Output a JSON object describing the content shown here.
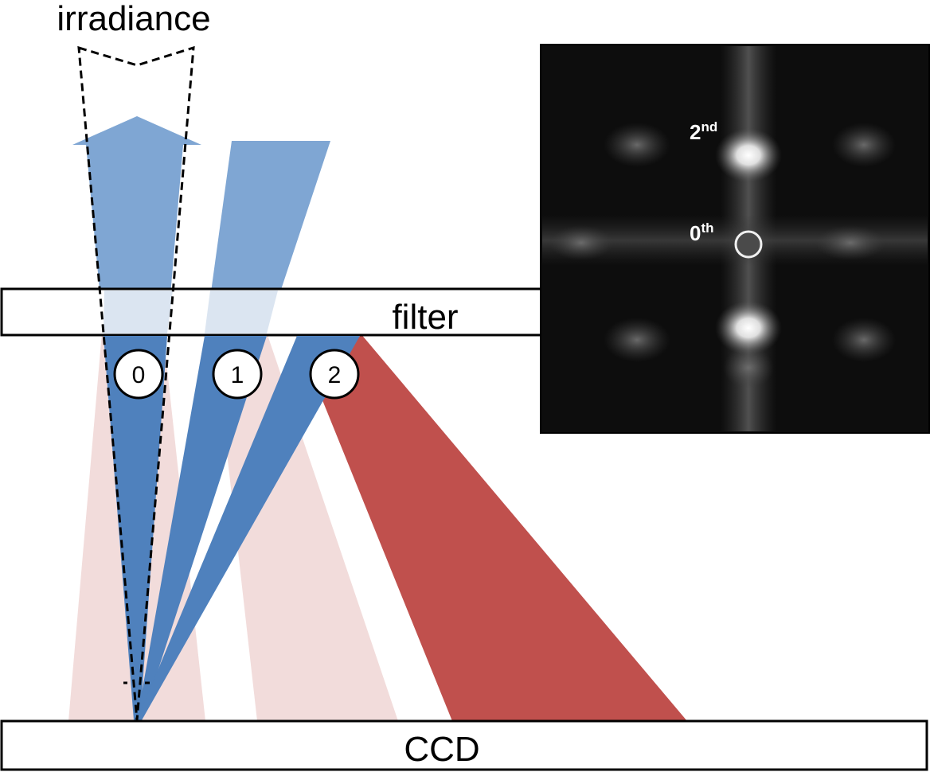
{
  "labels": {
    "irradiance": "irradiance",
    "filter": "filter",
    "ccd": "CCD"
  },
  "orders": [
    {
      "label": "0"
    },
    {
      "label": "1"
    },
    {
      "label": "2"
    }
  ],
  "inset": {
    "second_order": {
      "main": "2",
      "sup": "nd"
    },
    "zeroth_order": {
      "main": "0",
      "sup": "th"
    }
  },
  "colors": {
    "beam_light_blue": "#7fa6d3",
    "beam_dark_blue": "#4f81bd",
    "beam_light_red": "#f2dcdb",
    "beam_dark_red": "#c0504d",
    "inset_background": "#0d0d0d"
  }
}
